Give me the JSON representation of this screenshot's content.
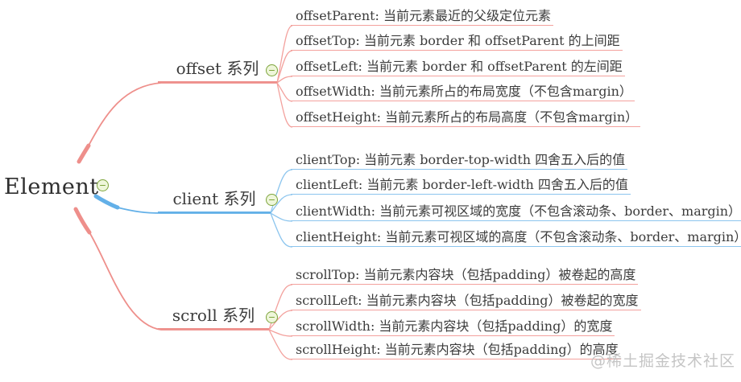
{
  "root": {
    "label": "Element"
  },
  "branches": [
    {
      "id": "offset",
      "label": "offset 系列",
      "color": "#ee8f8b",
      "light_color": "#f3a19d",
      "leaves": [
        "offsetParent: 当前元素最近的父级定位元素",
        "offsetTop:  当前元素 border 和 offsetParent 的上间距",
        "offsetLeft: 当前元素 border 和 offsetParent 的左间距",
        "offsetWidth: 当前元素所占的布局宽度（不包含margin）",
        "offsetHeight: 当前元素所占的布局高度（不包含margin）"
      ]
    },
    {
      "id": "client",
      "label": "client 系列",
      "color": "#63b0e8",
      "light_color": "#8cc5ee",
      "leaves": [
        "clientTop: 当前元素 border-top-width 四舍五入后的值",
        "clientLeft: 当前元素 border-left-width 四舍五入后的值",
        "clientWidth: 当前元素可视区域的宽度（不包含滚动条、border、margin）",
        "clientHeight: 当前元素可视区域的高度（不包含滚动条、border、margin）"
      ]
    },
    {
      "id": "scroll",
      "label": "scroll 系列",
      "color": "#ee8f8b",
      "light_color": "#f3a19d",
      "leaves": [
        "scrollTop: 当前元素内容块（包括padding）被卷起的高度",
        "scrollLeft: 当前元素内容块（包括padding）被卷起的宽度",
        "scrollWidth: 当前元素内容块（包括padding）的宽度",
        "scrollHeight: 当前元素内容块（包括padding）的高度"
      ]
    }
  ],
  "watermark": "@稀土掘金技术社区",
  "icons": {
    "collapse": "minus-circle"
  },
  "colors": {
    "background": "#ffffff",
    "text": "#3c3c3c",
    "collapse_green": "#7da43b"
  }
}
